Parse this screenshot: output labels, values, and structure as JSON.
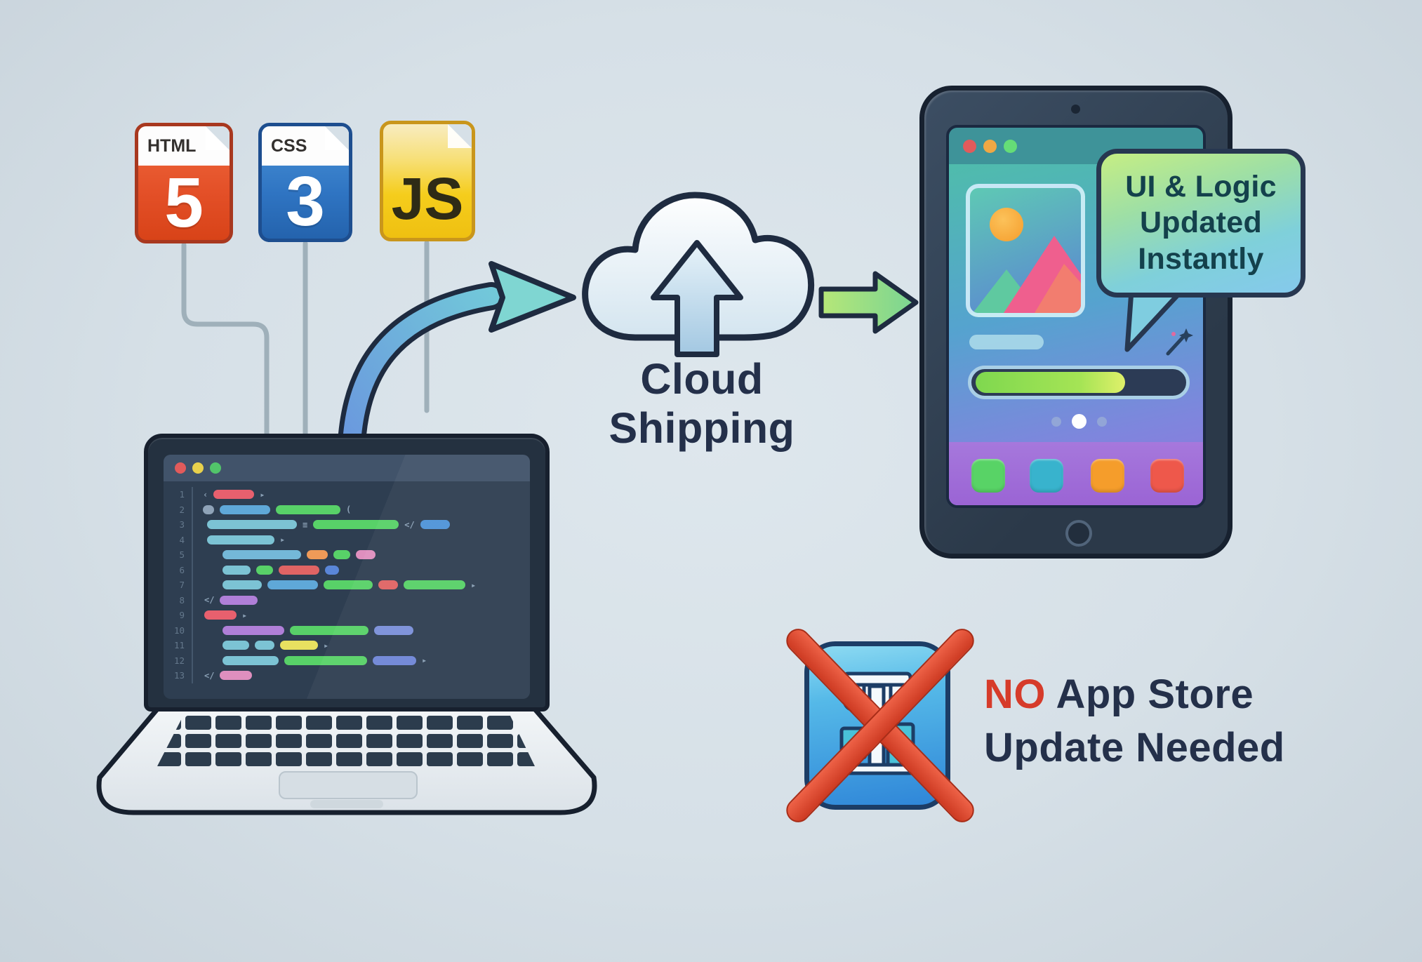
{
  "colors": {
    "background": "#d7e0e7",
    "outline_navy": "#1e2b40",
    "accent_red": "#d63b2a",
    "text_navy": "#24304a",
    "bubble_text": "#14414c",
    "arrow_blue": "#6a97de",
    "arrow_cyan": "#74d2d8",
    "arrow_green": "#9ade74"
  },
  "file_badges": [
    {
      "name": "html5",
      "strip_label": "HTML",
      "big_text": "5",
      "body_color": "#e34f27"
    },
    {
      "name": "css3",
      "strip_label": "CSS",
      "big_text": "3",
      "body_color": "#2f74c2"
    },
    {
      "name": "js",
      "strip_label": "",
      "big_text": "JS",
      "body_color": "#f5cd1c"
    }
  ],
  "cloud_label": {
    "line1": "Cloud",
    "line2": "Shipping"
  },
  "bubble": {
    "lines": [
      "UI & Logic",
      "Updated",
      "Instantly"
    ]
  },
  "no_update": {
    "highlight": "NO",
    "rest": " App Store",
    "line2": "Update Needed"
  },
  "code_editor": {
    "window_controls": [
      "#e25b5b",
      "#e8d14c",
      "#52c46a"
    ],
    "lines": [
      {
        "n": "1",
        "pad": 2,
        "segs": [
          {
            "t": "g",
            "v": "‹"
          },
          {
            "t": "b",
            "c": "#e8606e",
            "w": 58
          },
          {
            "t": "g",
            "v": "▸"
          }
        ]
      },
      {
        "n": "2",
        "pad": 2,
        "segs": [
          {
            "t": "b",
            "c": "#8fa3b8",
            "w": 16
          },
          {
            "t": "b",
            "c": "#5fa8d8",
            "w": 72
          },
          {
            "t": "b",
            "c": "#58d168",
            "w": 92
          },
          {
            "t": "g",
            "v": "("
          }
        ]
      },
      {
        "n": "3",
        "pad": 8,
        "segs": [
          {
            "t": "b",
            "c": "#7cc3d4",
            "w": 128
          },
          {
            "t": "g",
            "v": "≡"
          },
          {
            "t": "b",
            "c": "#58d168",
            "w": 122
          },
          {
            "t": "g",
            "v": "</"
          },
          {
            "t": "b",
            "c": "#4f94d8",
            "w": 42
          }
        ]
      },
      {
        "n": "4",
        "pad": 8,
        "segs": [
          {
            "t": "b",
            "c": "#7cc3d4",
            "w": 96
          },
          {
            "t": "g",
            "v": "▸"
          }
        ]
      },
      {
        "n": "5",
        "pad": 30,
        "segs": [
          {
            "t": "b",
            "c": "#74b8d8",
            "w": 112
          },
          {
            "t": "b",
            "c": "#ef9a58",
            "w": 30
          },
          {
            "t": "b",
            "c": "#58d168",
            "w": 24
          },
          {
            "t": "b",
            "c": "#df8fbe",
            "w": 28
          }
        ]
      },
      {
        "n": "6",
        "pad": 30,
        "segs": [
          {
            "t": "b",
            "c": "#7cc3d4",
            "w": 40
          },
          {
            "t": "b",
            "c": "#58d168",
            "w": 24
          },
          {
            "t": "b",
            "c": "#e06464",
            "w": 58
          },
          {
            "t": "b",
            "c": "#5a86d8",
            "w": 20
          }
        ]
      },
      {
        "n": "7",
        "pad": 30,
        "segs": [
          {
            "t": "b",
            "c": "#7cc3d4",
            "w": 56
          },
          {
            "t": "b",
            "c": "#5fa8d8",
            "w": 72
          },
          {
            "t": "b",
            "c": "#58d168",
            "w": 70
          },
          {
            "t": "b",
            "c": "#e06464",
            "w": 28
          },
          {
            "t": "b",
            "c": "#58d168",
            "w": 88
          },
          {
            "t": "g",
            "v": "▸"
          }
        ]
      },
      {
        "n": "8",
        "pad": 4,
        "segs": [
          {
            "t": "g",
            "v": "</"
          },
          {
            "t": "b",
            "c": "#b07fd8",
            "w": 54
          }
        ]
      },
      {
        "n": "9",
        "pad": 4,
        "segs": [
          {
            "t": "b",
            "c": "#e8606e",
            "w": 46
          },
          {
            "t": "g",
            "v": "▸"
          }
        ]
      },
      {
        "n": "10",
        "pad": 30,
        "segs": [
          {
            "t": "b",
            "c": "#b07fd8",
            "w": 88
          },
          {
            "t": "b",
            "c": "#58d168",
            "w": 112
          },
          {
            "t": "b",
            "c": "#7a8fd8",
            "w": 56
          }
        ]
      },
      {
        "n": "11",
        "pad": 30,
        "segs": [
          {
            "t": "b",
            "c": "#7cc3d4",
            "w": 38
          },
          {
            "t": "b",
            "c": "#7cc3d4",
            "w": 28
          },
          {
            "t": "b",
            "c": "#e8e060",
            "w": 54
          },
          {
            "t": "g",
            "v": "▸"
          }
        ]
      },
      {
        "n": "12",
        "pad": 30,
        "segs": [
          {
            "t": "b",
            "c": "#7cc3d4",
            "w": 80
          },
          {
            "t": "b",
            "c": "#58d168",
            "w": 118
          },
          {
            "t": "b",
            "c": "#6f86d6",
            "w": 62
          },
          {
            "t": "g",
            "v": "▸"
          }
        ]
      },
      {
        "n": "13",
        "pad": 4,
        "segs": [
          {
            "t": "g",
            "v": "</"
          },
          {
            "t": "b",
            "c": "#df8fbe",
            "w": 46
          }
        ]
      }
    ]
  },
  "tablet": {
    "window_controls": [
      "#e25b5b",
      "#f0a844",
      "#65dd77"
    ],
    "progress_percent": 70,
    "dock_colors": [
      "#58d366",
      "#38b3cd",
      "#f59d2b",
      "#ee584b"
    ],
    "dock_positions": [
      32,
      115,
      202,
      287
    ],
    "page_dots": [
      "small",
      "big",
      "small"
    ]
  }
}
